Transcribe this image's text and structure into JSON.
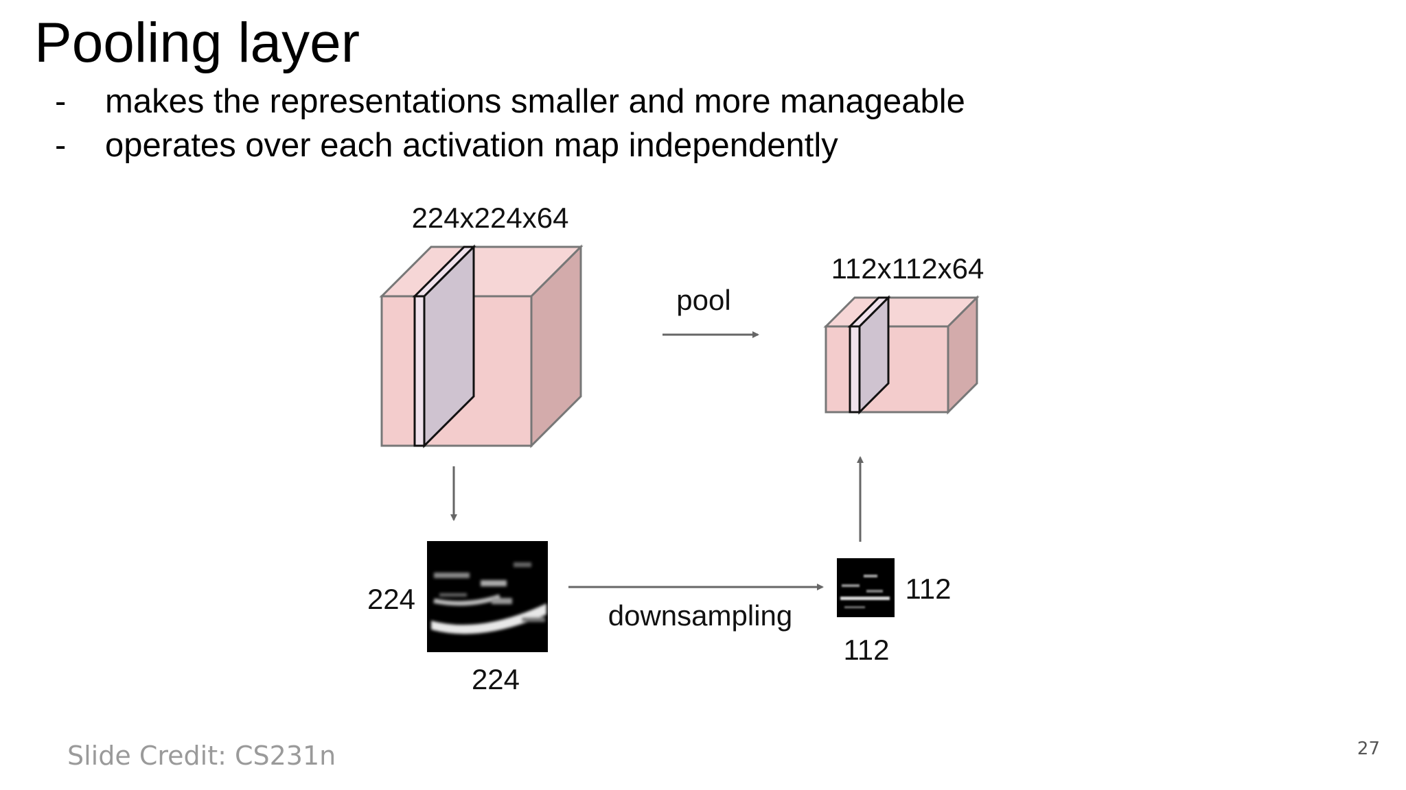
{
  "slide": {
    "title": "Pooling layer",
    "bullets": [
      "makes the representations smaller and more manageable",
      "operates over each activation map independently"
    ],
    "bullet_marker": "-",
    "credit": "Slide Credit: CS231n",
    "page_number": "27"
  },
  "diagram": {
    "input_volume_label": "224x224x64",
    "output_volume_label": "112x112x64",
    "pool_label": "pool",
    "downsampling_label": "downsampling",
    "input_map_height": "224",
    "input_map_width": "224",
    "output_map_height": "112",
    "output_map_width": "112",
    "colors": {
      "volume_front": "#f3cccc",
      "volume_top": "#f6d6d6",
      "volume_side": "#d3abab",
      "slice": "#cfc3d0",
      "arrow": "#666666"
    }
  }
}
